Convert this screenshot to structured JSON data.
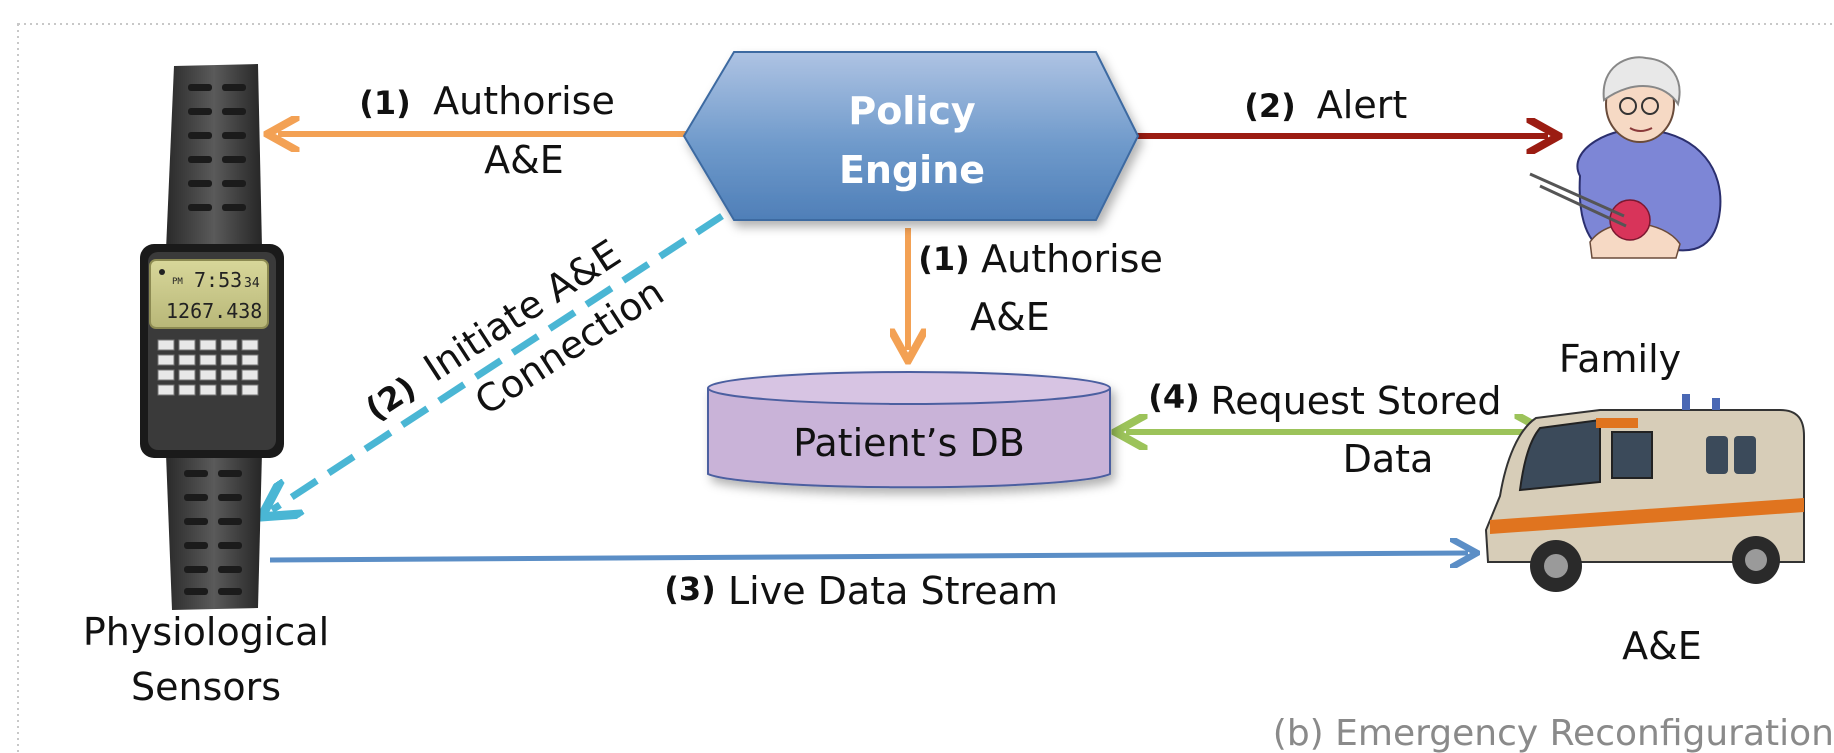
{
  "nodes": {
    "policy_engine": {
      "line1": "Policy",
      "line2": "Engine"
    },
    "patient_db": {
      "label": "Patient’s DB"
    },
    "sensors": {
      "line1": "Physiological",
      "line2": "Sensors"
    },
    "watch_display": {
      "time": "7:53",
      "seconds": "34",
      "ampm": "PM",
      "value": "1267.438"
    },
    "family": {
      "label": "Family"
    },
    "ae": {
      "label": "A&E"
    }
  },
  "edges": {
    "authorise_sensors": {
      "num": "(1)",
      "line1": "Authorise",
      "line2": "A&E"
    },
    "alert_family": {
      "num": "(2)",
      "line1": "Alert"
    },
    "authorise_db": {
      "num": "(1)",
      "line1": "Authorise",
      "line2": "A&E"
    },
    "initiate_connection": {
      "num": "(2)",
      "line1": "Initiate A&E",
      "line2": "Connection"
    },
    "request_stored": {
      "num": "(4)",
      "line1": "Request Stored",
      "line2": "Data"
    },
    "live_stream": {
      "num": "(3)",
      "line1": "Live Data Stream"
    }
  },
  "caption": "(b) Emergency Reconfiguration",
  "colors": {
    "authorise": "#f3a154",
    "alert": "#9b1c12",
    "initiate": "#4ab6d4",
    "request": "#9cc35a",
    "stream": "#5b8ec6",
    "policy_fill": "#5f8ec4",
    "db_fill": "#c9b3d8"
  }
}
